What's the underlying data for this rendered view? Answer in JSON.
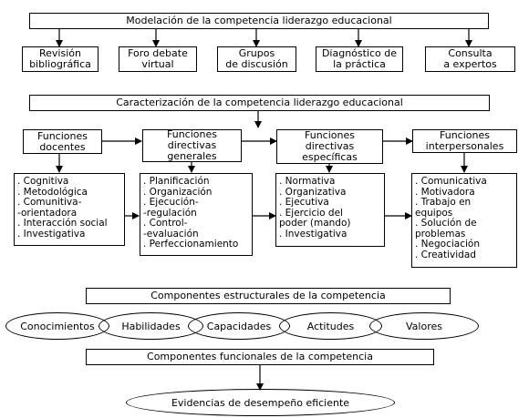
{
  "section1": {
    "title": "Modelación de la competencia liderazgo educacional",
    "items": [
      "Revisión\nbibliográfica",
      "Foro debate\nvirtual",
      "Grupos\nde discusión",
      "Diagnóstico de\nla práctica",
      "Consulta\na expertos"
    ]
  },
  "section2": {
    "title": "Caracterización de la competencia liderazgo educacional",
    "functions": [
      {
        "label": "Funciones\ndocentes",
        "items": [
          ". Cognitiva",
          ". Metodológica",
          ". Comunitiva-\n  -orientadora",
          ". Interacción social",
          ". Investigativa"
        ]
      },
      {
        "label": "Funciones\ndirectivas\ngenerales",
        "items": [
          ". Planificación",
          ". Organización",
          ". Ejecución-\n  -regulación",
          ". Control-\n  -evaluación",
          ". Perfeccionamiento"
        ]
      },
      {
        "label": "Funciones\ndirectivas\nespecíficas",
        "items": [
          ". Normativa",
          ". Organizativa",
          ". Ejecutiva",
          ". Ejercicio del\n  poder (mando)",
          ". Investigativa"
        ]
      },
      {
        "label": "Funciones\ninterpersonales",
        "items": [
          ". Comunicativa",
          ". Motivadora",
          ". Trabajo en\n  equipos",
          ". Solución de\n  problemas",
          ". Negociación",
          ". Creatividad"
        ]
      }
    ]
  },
  "section3": {
    "title": "Componentes estructurales de la competencia",
    "components": [
      "Conocimientos",
      "Habilidades",
      "Capacidades",
      "Actitudes",
      "Valores"
    ]
  },
  "section4": {
    "title": "Componentes funcionales de la competencia",
    "result": "Evidencias de desempeño eficiente"
  }
}
